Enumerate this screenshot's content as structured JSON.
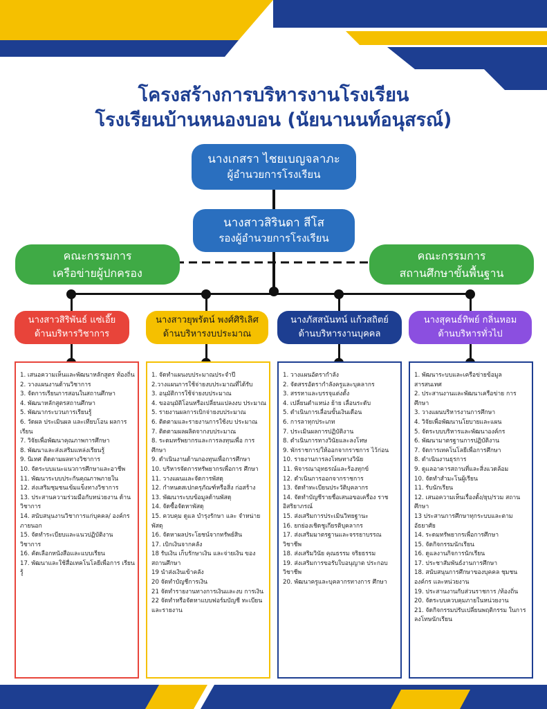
{
  "title": {
    "line1": "โครงสร้างการบริหารงานโรงเรียน",
    "line2": "โรงเรียนบ้านหนองบอน (นัยนานนท์อนุสรณ์)"
  },
  "director": {
    "name": "นางเกสรา ไชยเบญจลาภะ",
    "position": "ผู้อำนวยการโรงเรียน"
  },
  "deputy": {
    "name": "นางสาวสิรินดา สีโส",
    "position": "รองผู้อำนวยการโรงเรียน"
  },
  "committees": {
    "left": {
      "line1": "คณะกรรมการ",
      "line2": "เครือข่ายผู้ปกครอง"
    },
    "right": {
      "line1": "คณะกรรมการ",
      "line2": "สถานศึกษาขั้นพื้นฐาน"
    }
  },
  "colors": {
    "red": "#e8443a",
    "yellow": "#f5c000",
    "navy": "#1d3e91",
    "purple": "#8b4fe0",
    "blue": "#2a6fbf",
    "green": "#3faa45"
  },
  "departments": [
    {
      "name": "นางสาวสิริพันธ์ แซ่เอี๊ย",
      "area": "ด้านบริหารวิชาการ",
      "color": "#e8443a",
      "tasks": [
        "1. เสนอความเห็นและพัฒนาหลักสูตร ท้องถิ่น",
        "2. วางแผนงานด้านวิชาการ",
        "3. จัดการเรียนการสอนในสถานศึกษา",
        "4. พัฒนาหลักสูตรสถานศึกษา",
        "5. พัฒนากระบวนการเรียนรู้",
        "6. วัดผล ประเมินผล และเทียบโอน ผลการเรียน",
        "7. วิจัยเพื่อพัฒนาคุณภาพการศึกษา",
        "8. พัฒนาและส่งเสริมแหล่งเรียนรู้",
        "9. นิเทศ ติดตามผลทางวิชาการ",
        "10. จัดระบบแนะแนวการศึกษาและอาชีพ",
        "11. พัฒนาระบบประกันคุณภาพภายใน",
        "12. ส่งเสริมชุมชนเข้มแข็งทางวิชาการ",
        "13. ประสานความร่วมมือกับหน่วยงาน ด้านวิชาการ",
        "14. สนับสนุนงานวิชาการแก่บุคคล/ องค์กรภายนอก",
        "15. จัดทำระเบียบและแนวปฏิบัติงาน วิชาการ",
        "16. คัดเลือกหนังสือและแบบเรียน",
        "17. พัฒนาและใช้สื่อเทคโนโลยีเพื่อการ เรียนรู้"
      ]
    },
    {
      "name": "นางสาวยุพรัตน์ พงศ์ศิริเลิศ",
      "area": "ด้านบริหารงบประมาณ",
      "color": "#f5c000",
      "tasks": [
        "1. จัดทำแผนงบประมาณประจำปี",
        "2.วางแผนการใช้จ่ายงบประมาณที่ได้รับ",
        "3. อนุมัติการใช้จ่ายงบประมาณ",
        "4. ขออนุมัติโอนหรือเปลี่ยนแปลงงบ ประมาณ",
        "5. รายงานผลการเบิกจ่ายงบประมาณ",
        "6. ติดตามและรายงานการใช้งบ ประมาณ",
        "7. ติดตามผลผลิตจากงบประมาณ",
        "8. ระดมทรัพยากรและการลงทุนเพื่อ การศึกษา",
        "9. ดำเนินงานด้านกองทุนเพื่อการศึกษา",
        "10. บริหารจัดการทรัพยากรเพื่อการ ศึกษา",
        "11. วางแผนและจัดการพัสดุ",
        "12. กำหนดสเปกครุภัณฑ์หรือสิ่ง ก่อสร้าง",
        "13. พัฒนาระบบข้อมูลด้านพัสดุ",
        "14. จัดซื้อจัดหาพัสดุ",
        "15. ควบคุม ดูแล บำรุงรักษา และ จำหน่ายพัสดุ",
        "16. จัดหาผลประโยชน์จากทรัพย์สิน",
        "17. เบิกเงินจากคลัง",
        "18 รับเงิน เก็บรักษาเงิน และจ่ายเงิน ของสถานศึกษา",
        "19 นำส่งเงินเข้าคลัง",
        "20 จัดทำบัญชีการเงิน",
        "21 จัดทำรายงานทางการเงินและงบ การเงิน",
        "22 จัดทำหรือจัดหาแบบฟอร์มบัญชี ทะเบียน และรายงาน"
      ]
    },
    {
      "name": "นางภัสสนันทน์ แก้วสถิตย์",
      "area": "ด้านบริหารงานบุคคล",
      "color": "#1d3e91",
      "tasks": [
        "1. วางแผนอัตรากำลัง",
        "2. จัดสรรอัตรากำลังครูและบุคลากร",
        "3. สรรหาและบรรจุแต่งตั้ง",
        "4. เปลี่ยนตำแหน่ง ย้าย เลื่อนระดับ",
        "5. ดำเนินการเลื่อนขั้นเงินเดือน",
        "6. การลาทุกประเภท",
        "7. ประเมินผลการปฏิบัติงาน",
        "8. ดำเนินการทางวินัยและลงโทษ",
        "9. พักราชการ/ให้ออกจากราชการ ไว้ก่อน",
        "10. รายงานการลงโทษทางวินัย",
        "11. พิจารณาอุทธรณ์และร้องทุกข์",
        "12. ดำเนินการออกจากราชการ",
        "13. จัดทำทะเบียนประวัติบุคลากร",
        "14. จัดทำบัญชีรายชื่อเสนอขอเครื่อง ราชอิสริยาภรณ์",
        "15. ส่งเสริมการประเมินวิทยฐานะ",
        "16. ยกย่องเชิดชูเกียรติบุคลากร",
        "17. ส่งเสริมมาตรฐานและจรรยาบรรณ วิชาชีพ",
        "18. ส่งเสริมวินัย คุณธรรม จริยธรรม",
        "19. ส่งเสริมการขอรับใบอนุญาต ประกอบวิชาชีพ",
        "20. พัฒนาครูและบุคลากรทางการ ศึกษา"
      ]
    },
    {
      "name": "นางสุคนธ์ทิพย์ กลิ่นหอม",
      "area": "ด้านบริหารทั่วไป",
      "color": "#8b4fe0",
      "tasks": [
        "1. พัฒนาระบบและเครือข่ายข้อมูล สารสนเทศ",
        "2. ประสานงานและพัฒนาเครือข่าย การศึกษา",
        "3. วางแผนบริหารงานการศึกษา",
        "4. วิจัยเพื่อพัฒนานโยบายและแผน",
        "5. จัดระบบบริหารและพัฒนาองค์กร",
        "6. พัฒนามาตรฐานการปฏิบัติงาน",
        "7. จัดการเทคโนโลยีเพื่อการศึกษา",
        "8. ดำเนินงานธุรการ",
        "9. ดูแลอาคารสถานที่และสิ่งแวดล้อม",
        "10. จัดทำสำมะโนผู้เรียน",
        "11. รับนักเรียน",
        "12. เสนอความเห็นเรื่องตั้ง/ยุบ/รวม สถานศึกษา",
        "13 ประสานการศึกษาทุกระบบและตาม อัธยาศัย",
        "14. ระดมทรัพยากรเพื่อการศึกษา",
        "15. จัดกิจกรรมนักเรียน",
        "16. ดูแลงานกิจการนักเรียน",
        "17. ประชาสัมพันธ์งานการศึกษา",
        "18. สนับสนุนการศึกษาของบุคคล ชุมชน องค์กร และหน่วยงาน",
        "19. ประสานงานกับส่วนราชการ /ท้องถิ่น",
        "20. จัดระบบควบคุมภายในหน่วยงาน",
        "21. จัดกิจกรรมปรับเปลี่ยนพฤติกรรม ในการลงโทษนักเรียน"
      ]
    }
  ]
}
